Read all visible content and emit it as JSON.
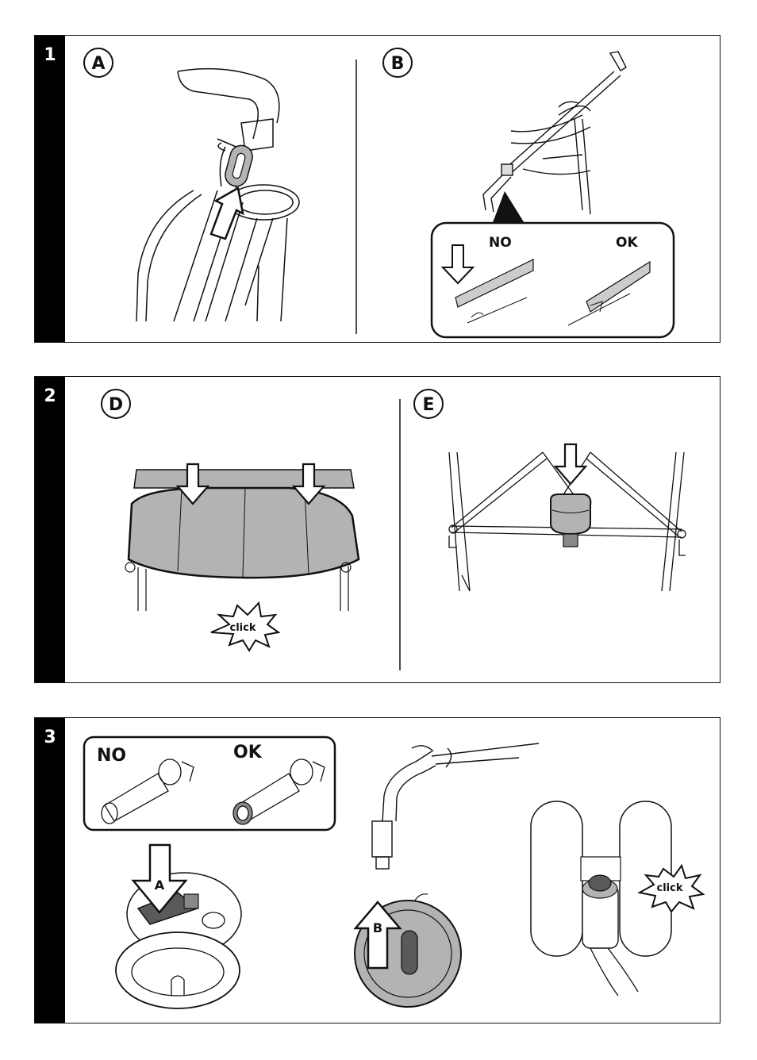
{
  "steps": [
    {
      "number": "1",
      "callouts": [
        "A",
        "B"
      ],
      "inset": {
        "bad_label": "NO",
        "good_label": "OK"
      }
    },
    {
      "number": "2",
      "callouts": [
        "D",
        "E"
      ],
      "sound_label": "click"
    },
    {
      "number": "3",
      "inset": {
        "bad_label": "NO",
        "good_label": "OK"
      },
      "arrow_labels": [
        "A",
        "B"
      ],
      "sound_label": "click"
    }
  ],
  "colors": {
    "ink": "#111111",
    "gray_fill": "#b3b3b3",
    "dark_gray": "#5a5a5a",
    "light_gray": "#d9d9d9"
  }
}
